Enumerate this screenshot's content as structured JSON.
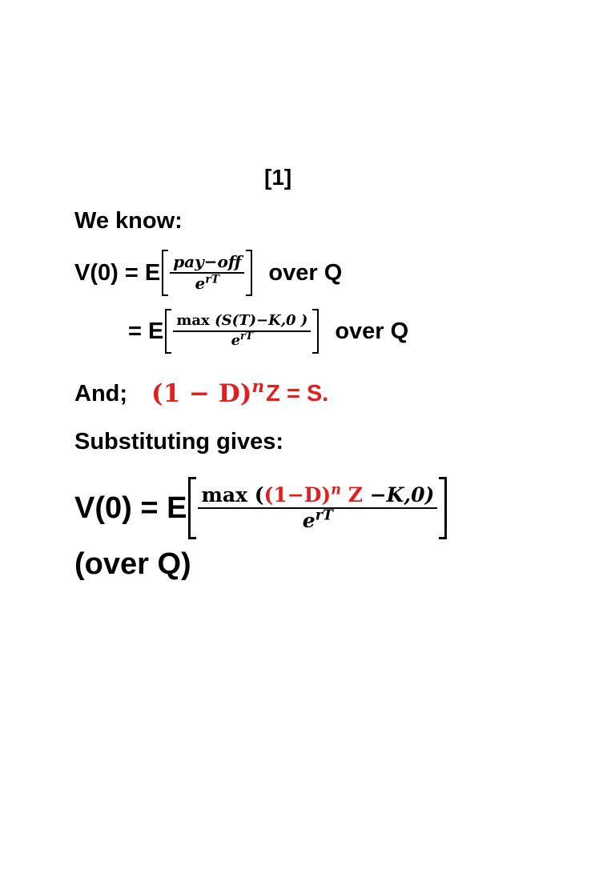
{
  "heading": "[1]",
  "intro": "We know:",
  "eq1": {
    "lhs": "V(0) = E",
    "num": "pay−off",
    "den_base": "e",
    "den_sup": "rT",
    "tail": "over Q"
  },
  "eq2": {
    "lhs": "= E",
    "num_max": "max",
    "num_args": "(S(T)−K,0 )",
    "den_base": "e",
    "den_sup": "rT",
    "tail": "over Q"
  },
  "eq3": {
    "lead": "And;",
    "red_expr": "(1 − D)",
    "red_sup": "n",
    "rest": "Z = S."
  },
  "eq4_intro": "Substituting gives:",
  "eq5": {
    "lhs": "V(0) = E",
    "num_max": "max",
    "num_open": "(",
    "num_red": "(1−D)",
    "num_red_sup": "n",
    "num_z": "Z",
    "num_rest": "−K,0)",
    "den_base": "e",
    "den_sup": "rT",
    "tail": "(over Q)"
  },
  "colors": {
    "text": "#000000",
    "accent_red": "#e02020"
  }
}
